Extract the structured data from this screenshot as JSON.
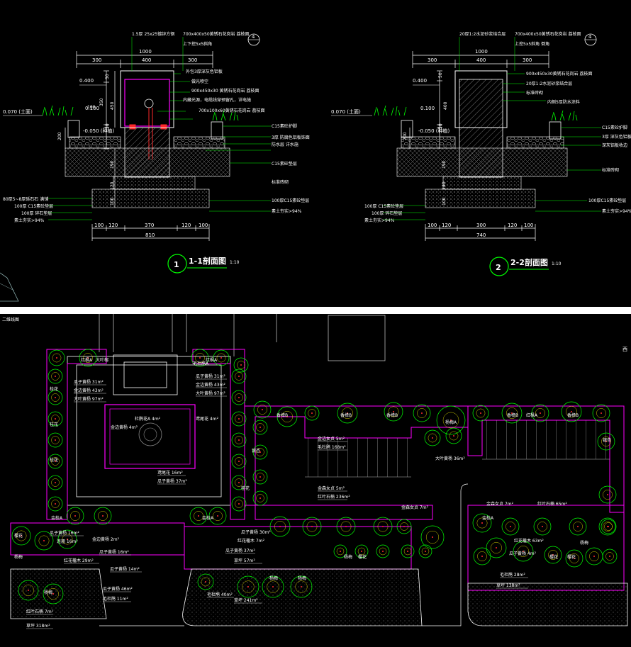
{
  "section_1_1": {
    "title": "1-1剖面图",
    "scale": "1:10",
    "circle_label": "1",
    "detail_ref": "4",
    "dims_top": [
      "1000",
      "300",
      "400",
      "300"
    ],
    "dims_left": [
      "50",
      "350",
      "450",
      "50",
      "200"
    ],
    "dims_mid": [
      "100",
      "190",
      "120",
      "100"
    ],
    "dims_bottom": [
      "100",
      "120",
      "370",
      "120",
      "100"
    ],
    "dim_total": "810",
    "levels": [
      "0.400",
      "0.070 (土面)",
      "0.100",
      "-0.050 (种植)"
    ],
    "notes_right": [
      "1.5厚 25x25镀锌方钢",
      "700x400x50黄锈石花岗岩 荔枝面",
      "上下挖5x5斜角",
      "外包3厚深灰色铝板",
      "做光喷空",
      "900x450x30 黄锈石花岗岩 荔枝面",
      "内藏光源，电缆线穿预留孔，详电施",
      "700x100x60黄锈石花岗岩 荔枝面",
      "C15素砼护脚",
      "3厚 防腐色铝板饰面",
      "防水层 详水施",
      "C15素砼垫层"
    ],
    "notes_left": [
      "80厚5~8厚砾石石 满铺",
      "100厚 C15素砼垫层",
      "100厚 碎石垫层",
      "素土夯实>94%"
    ],
    "notes_bottom_right": [
      "标准砖砌",
      "100厚C15素砼垫层",
      "素土夯实>94%"
    ]
  },
  "section_2_2": {
    "title": "2-2剖面图",
    "scale": "1:10",
    "circle_label": "2",
    "detail_ref": "4",
    "dims_top": [
      "1000",
      "300",
      "400",
      "300"
    ],
    "dims_left": [
      "50",
      "400",
      "50",
      "200"
    ],
    "dims_mid": [
      "190",
      "140",
      "100"
    ],
    "dims_bottom": [
      "100",
      "120",
      "300",
      "120",
      "100"
    ],
    "dim_total": "740",
    "levels": [
      "0.400",
      "0.070 (土面)",
      "0.100",
      "-0.050 (种植)"
    ],
    "notes_right": [
      "20厚1:2水泥砂浆结合层",
      "700x400x50黄锈石花岗岩 荔枝面",
      "上挖5x5斜角 倒角",
      "900x450x30黄锈石花岗岩 荔枝面",
      "20厚1:2水泥砂浆结合层",
      "标准砖砌",
      "内侧5厚防水涂料",
      "C15素砼护脚",
      "3厚 深灰色铝板饰面",
      "深灰铝板收边",
      "标准砖砌"
    ],
    "notes_left": [
      "100厚 C15素砼垫层",
      "100厚 碎石垫层",
      "素土夯实>94%"
    ],
    "notes_bottom_right": [
      "100厚C15素砼垫层",
      "素土夯实>94%"
    ]
  },
  "plan": {
    "corner_label": "二维线图",
    "right_edge_label": "西",
    "plant_labels": [
      "红枫A",
      "大叶榕",
      "毛杜鹃A",
      "红枫A",
      "桂花",
      "桂花",
      "桂花",
      "桂花",
      "香樟B",
      "香樟B",
      "香樟B",
      "杨梅A",
      "香樟B",
      "红枫A",
      "香樟B",
      "杨梅",
      "杨梅",
      "杨梅",
      "杨梅",
      "杨梅",
      "杨梅",
      "樱花",
      "樱花",
      "樱花",
      "樱花",
      "金桂A",
      "金桂A",
      "金桂A",
      "银杏",
      "银杏"
    ],
    "area_labels": [
      "瓜子黄杨 31m²",
      "金边黄杨 43m²",
      "大叶黄杨 97m²",
      "瓜子黄杨 31m²",
      "金边黄杨 43m²",
      "大叶黄杨 97m²",
      "杜鹃花A 4m²",
      "金边黄杨 4m²",
      "鸢尾花 4m²",
      "鸢尾花 16m²",
      "瓜子黄杨 37m²",
      "金边女贞 5m²",
      "毛杜鹃 168m²",
      "大叶黄杨 36m²",
      "金森女贞 5m²",
      "红叶石楠 236m²",
      "金森女贞 7m²",
      "金森女贞 7m²",
      "红叶石楠 65m²",
      "瓜子黄杨 16m²",
      "连翘 16m²",
      "金边黄杨 2m²",
      "红花檵木 29m²",
      "瓜子黄杨 16m²",
      "瓜子黄杨 14m²",
      "瓜子黄杨 46m²",
      "毛杜鹃 11m²",
      "瓜子黄杨 30m²",
      "红花檵木 7m²",
      "瓜子黄杨 37m²",
      "草坪 57m²",
      "红花檵木 63m²",
      "瓜子黄杨 4m²",
      "毛杜鹃 28m²",
      "草坪 138m²",
      "毛杜鹃 40m²",
      "草坪 241m²",
      "红叶石楠 7m²",
      "草坪 318m²"
    ]
  },
  "colors": {
    "background": "#000000",
    "outline_white": "#ffffff",
    "magenta": "#ff00ff",
    "green": "#00ff00",
    "yellow": "#ffff00",
    "cyan": "#00ffff",
    "red": "#ff2a2a",
    "gray": "#8a8a8a"
  }
}
